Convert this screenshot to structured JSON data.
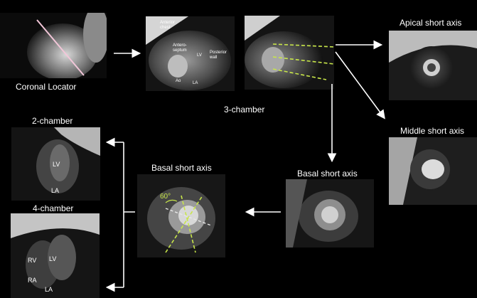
{
  "labels": {
    "coronal_locator": "Coronal Locator",
    "three_chamber": "3-chamber",
    "apical_short_axis": "Apical short axis",
    "middle_short_axis": "Middle short axis",
    "basal_short_axis_right": "Basal short axis",
    "basal_short_axis_left": "Basal short axis",
    "two_chamber": "2-chamber",
    "four_chamber": "4-chamber"
  },
  "anatomy": {
    "anterior_chest": "Anterior\nchest",
    "antero_septum": "Antero-\nseptum",
    "lv": "LV",
    "posterior_wall": "Posterior\nwall",
    "ao": "Ao",
    "la": "LA",
    "two_ch_lv": "LV",
    "two_ch_la": "LA",
    "four_ch_rv": "RV",
    "four_ch_lv": "LV",
    "four_ch_ra": "RA",
    "four_ch_la": "LA",
    "angle": "60°"
  },
  "colors": {
    "plane_line": "#c8e64a",
    "locator_line": "#f2c6d8",
    "dashed_white": "#e8e8e8",
    "arrow": "#ffffff"
  }
}
